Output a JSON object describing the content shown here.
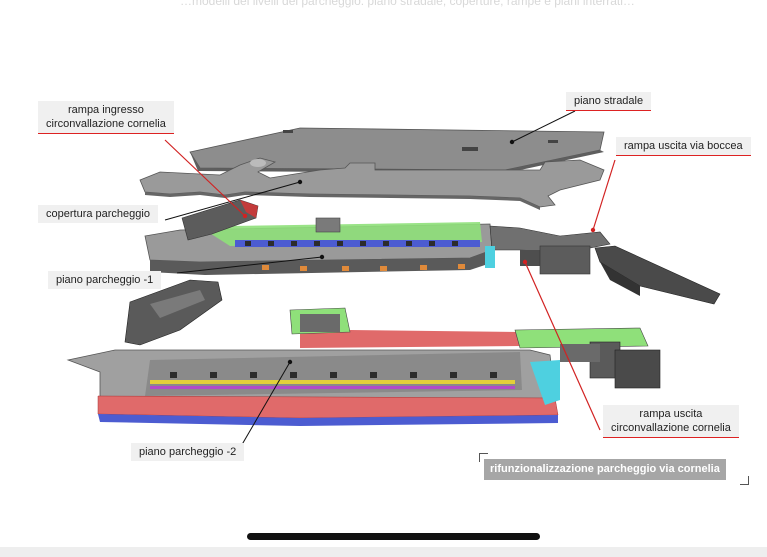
{
  "top_caption": "…modelli dei livelli del parcheggio: piano stradale, coperture, rampe e piani interrati…",
  "labels": {
    "piano_stradale": "piano stradale",
    "rampa_ingresso_line1": "rampa ingresso",
    "rampa_ingresso_line2": "circonvallazione cornelia",
    "rampa_uscita_boccea": "rampa uscita via boccea",
    "copertura_parcheggio": "copertura parcheggio",
    "piano_parcheggio_1": "piano parcheggio -1",
    "rampa_uscita_line1": "rampa uscita",
    "rampa_uscita_line2": "circonvallazione cornelia",
    "piano_parcheggio_2": "piano parcheggio -2"
  },
  "project_title": "rifunzionalizzazione parcheggio via cornelia",
  "colors": {
    "concrete": "#8a8a8a",
    "concrete_light": "#b5b5b5",
    "green_area": "#8fe07a",
    "blue_band": "#4c5cd1",
    "red_band": "#e06a6a",
    "cyan_edge": "#4ed0e0",
    "callout_red": "#d22222"
  }
}
